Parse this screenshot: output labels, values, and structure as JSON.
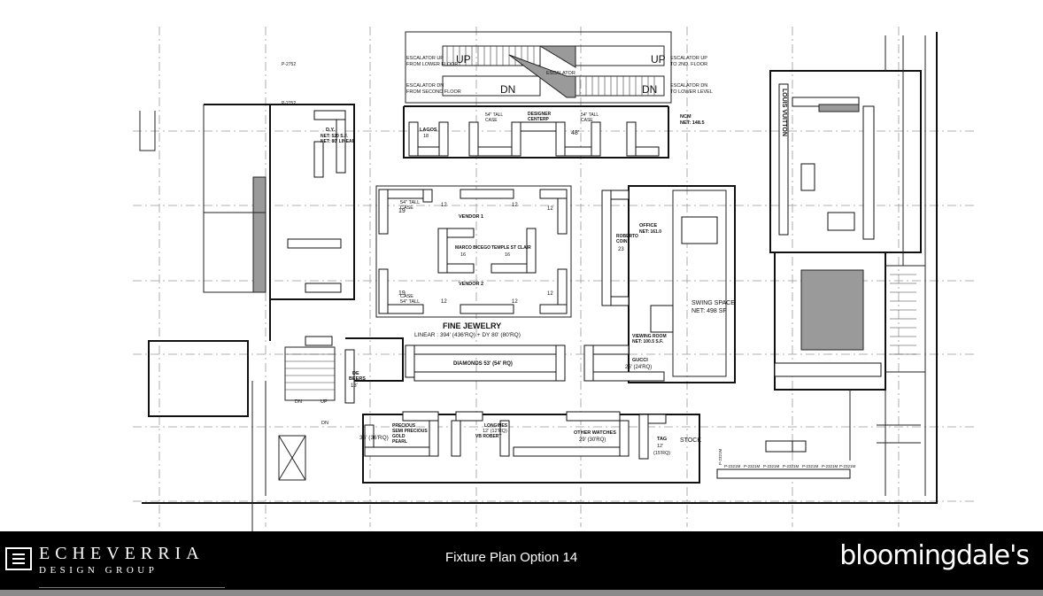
{
  "footer": {
    "logo_top": "ECHEVERRIA",
    "logo_bottom": "DESIGN  GROUP",
    "title": "Fixture Plan Option 14",
    "brand": "bloomingdale's"
  },
  "labels": {
    "p2752_top": "P-2752",
    "p2752_bottom": "P-2752",
    "esc_up_lower": "ESCALATOR UP",
    "esc_up_lower2": "FROM LOWER FLOOR",
    "esc_dn_second": "ESCALATOR DN",
    "esc_dn_second2": "FROM SECOND FLOOR",
    "escalator": "ESCALATOR",
    "esc_up_2nd": "ESCALATOR UP",
    "esc_up_2nd2": "TO 2ND. FLOOR",
    "esc_dn_lower": "ESCALATOR DN",
    "esc_dn_lower2": "TO LOWER LEVEL",
    "up_left": "UP",
    "dn_left": "DN",
    "up_right": "UP",
    "dn_right": "DN",
    "lagos": "LAGOS",
    "lagos_num": "18",
    "tall_case_1": "54\" TALL",
    "tall_case_1b": "CASE",
    "designer_centerp": "DESIGNER",
    "designer_centerp2": "CENTERP",
    "tall_case_2": "54\" TALL",
    "tall_case_2b": "CASE",
    "len_48": "48'",
    "ncm": "NCM",
    "ncm_net": "NET: 148.5",
    "louis_vuitton": "LOUIS VUITTON",
    "dy": "D.Y.",
    "dy_net": "NET: 520 S.F.",
    "dy_linear": "NET: 80' LINEAR",
    "case_54_tl": "54\" TALL",
    "case_54_tl2": "CASE",
    "vendor1": "VENDOR 1",
    "vendor2": "VENDOR 2",
    "case_54_bl": "CASE",
    "case_54_bl2": "54\" TALL",
    "marco_bicego": "MARCO BICEGO",
    "temple_st_clair": "TEMPLE ST CLAIR",
    "mb_num": "16",
    "tsc_num": "16",
    "n19a": "19",
    "n19b": "19",
    "n12a": "12",
    "n12b": "12",
    "n12c": "12",
    "n12d": "12",
    "n12e": "12",
    "n12f": "12",
    "roberto_coin": "ROBERTO",
    "roberto_coin2": "COIN",
    "rc_num": "23",
    "office": "OFFICE",
    "office_net": "NET: 161.0",
    "swing_space": "SWING SPACE",
    "swing_net": "NET: 498 SF",
    "fine_jewelry": "FINE JEWELRY",
    "fj_linear": "LINEAR : 394' (436'RQ) + DY 80' (80'RQ)",
    "diamonds": "DIAMONDS 53' (54' RQ)",
    "viewing_room": "VIEWING ROOM",
    "viewing_net": "NET: 100.5 S.F.",
    "gucci": "GUCCI",
    "gucci_len": "26' (24'RQ)",
    "de_beers": "DE",
    "de_beers2": "BEERS",
    "de_beers_len": "13'",
    "dn_stair": "DN",
    "up_stair": "UP",
    "dn_stair2": "DN",
    "precious": "PRECIOUS",
    "semi_precious": "SEMI PRECIOUS",
    "gold": "GOLD",
    "pearl": "PEARL",
    "precious_len": "36' (36'RQ)",
    "longines": "LONGINES",
    "longines_len": "12' (12'RQ)",
    "vb_robert": "VB ROBERT",
    "other_watches": "OTHER WATCHES",
    "ow_len": "29' (30'RQ)",
    "tag": "TAG",
    "tag_len": "12'",
    "tag_rq": "(15'RQ)",
    "stock": "STOCK",
    "p2321a": "P-2321M",
    "p2321b": "P-2321M",
    "p2321c": "P-2321M",
    "p2321d": "P-2321M",
    "p2321e": "P-2321M",
    "p2321f": "P-2321M",
    "p2321g": "P-2321M",
    "p2321v": "P-2321M"
  }
}
